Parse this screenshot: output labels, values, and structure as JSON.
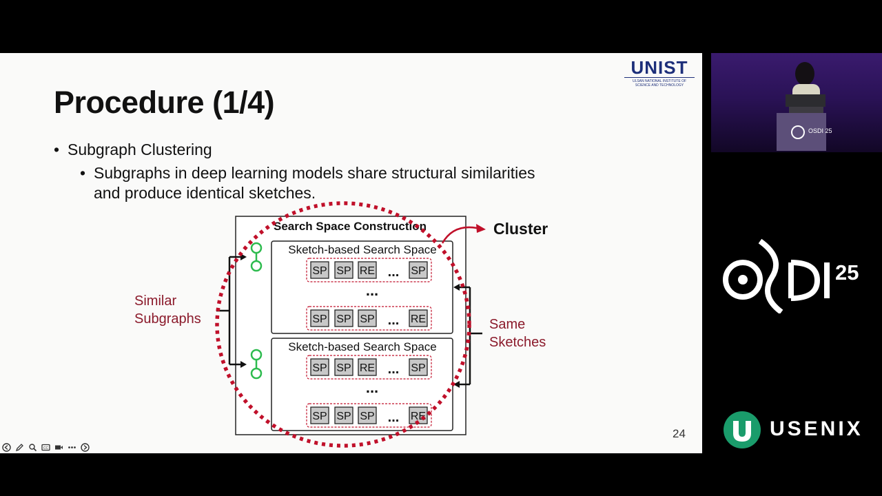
{
  "slide": {
    "title": "Procedure (1/4)",
    "logo": {
      "name": "UNIST",
      "subtitle_line1": "ULSAN NATIONAL INSTITUTE OF",
      "subtitle_line2": "SCIENCE AND TECHNOLOGY"
    },
    "bullets": {
      "level1": "Subgraph Clustering",
      "level2_line1": "Subgraphs in deep learning models share structural similarities",
      "level2_line2": "and produce identical sketches."
    },
    "page_number": "24"
  },
  "diagram": {
    "outer_title": "Search Space Construction",
    "cluster_label": "Cluster",
    "left_label_line1": "Similar",
    "left_label_line2": "Subgraphs",
    "right_label_line1": "Same",
    "right_label_line2": "Sketches",
    "block_title": "Sketch-based Search Space",
    "ellipsis": "...",
    "rows": [
      [
        "SP",
        "SP",
        "RE",
        "SP"
      ],
      [
        "SP",
        "SP",
        "SP",
        "RE"
      ],
      [
        "SP",
        "SP",
        "RE",
        "SP"
      ],
      [
        "SP",
        "SP",
        "SP",
        "RE"
      ]
    ],
    "accent_color": "#c0102a",
    "label_color": "#8b1a2b",
    "node_color": "#2dbb4e"
  },
  "sidebar": {
    "conference": "OSDI",
    "conference_year": "25",
    "sponsor": "USENIX",
    "podium_text": "OSDI 25"
  },
  "toolbar": {
    "icons": [
      "back-icon",
      "pen-icon",
      "zoom-icon",
      "captions-icon",
      "camera-icon",
      "more-icon",
      "forward-icon"
    ]
  }
}
